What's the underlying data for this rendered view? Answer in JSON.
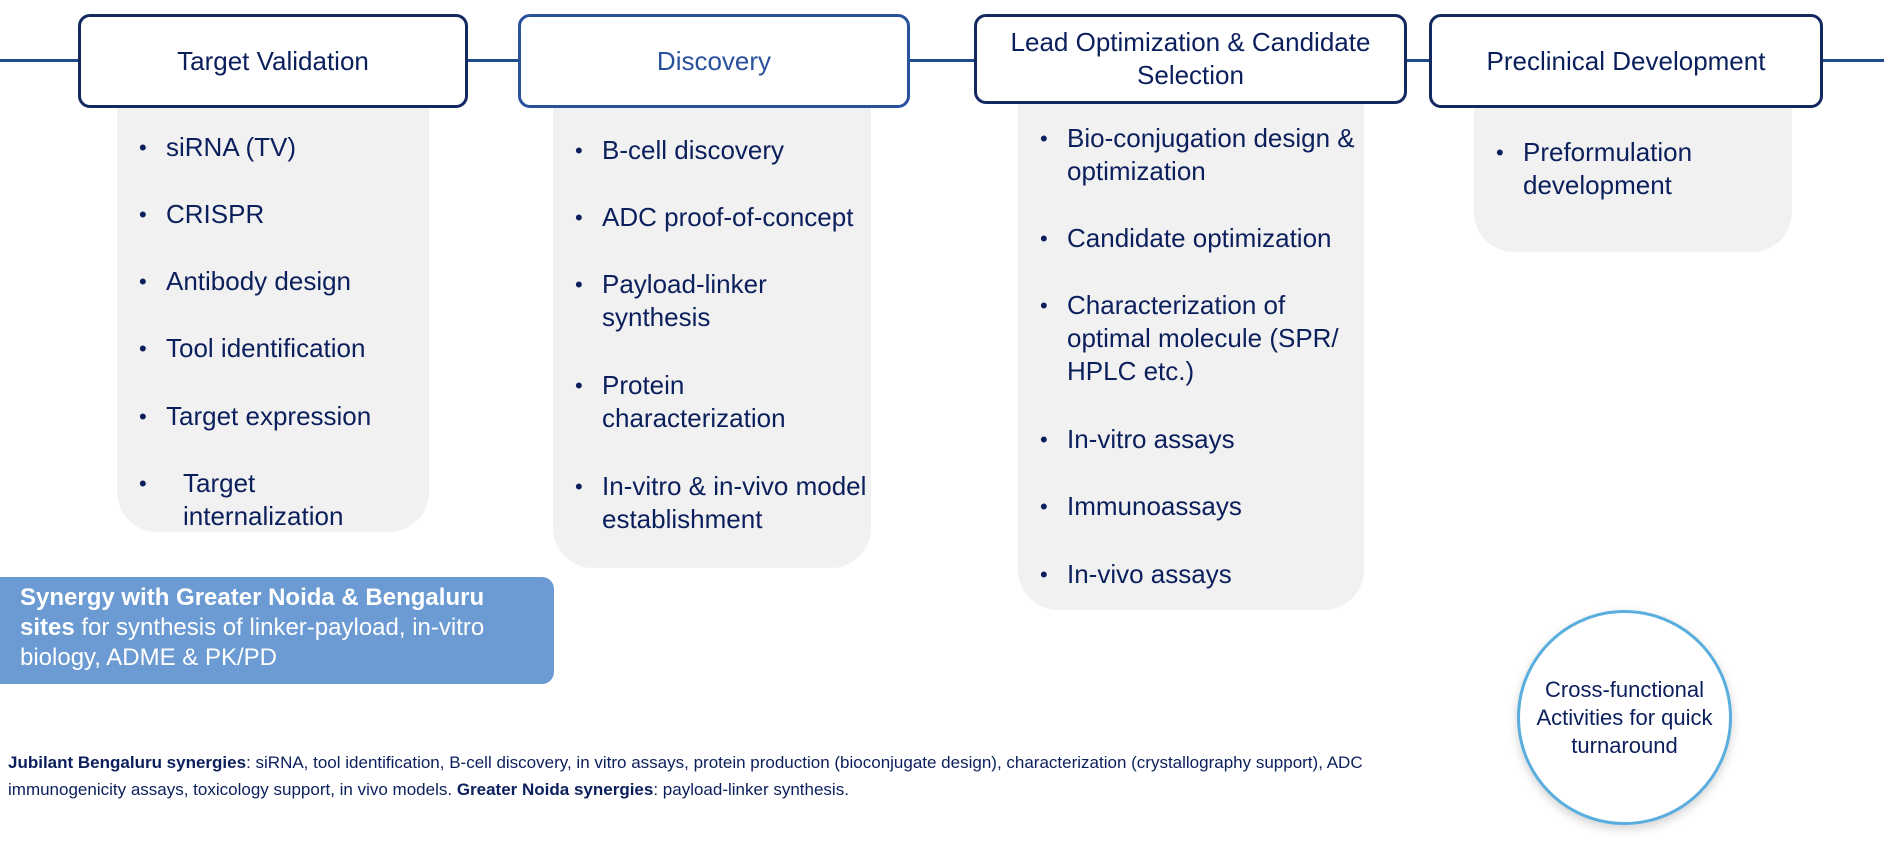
{
  "stages": [
    {
      "title": "Target Validation",
      "items": [
        "siRNA (TV)",
        "CRISPR",
        "Antibody design",
        "Tool identification",
        "Target expression",
        "Target internalization"
      ]
    },
    {
      "title": "Discovery",
      "items": [
        "B-cell discovery",
        "ADC proof-of-concept",
        "Payload-linker synthesis",
        "Protein characterization",
        "In-vitro & in-vivo model establishment"
      ]
    },
    {
      "title": "Lead Optimization & Candidate Selection",
      "items": [
        "Bio-conjugation design & optimization",
        "Candidate optimization",
        "Characterization of optimal molecule (SPR/ HPLC etc.)",
        "In-vitro assays",
        "Immunoassays",
        "In-vivo assays"
      ]
    },
    {
      "title": "Preclinical Development",
      "items": [
        "Preformulation development"
      ]
    }
  ],
  "bullet": "•",
  "synergy_box": {
    "bold_text": "Synergy with Greater Noida & Bengaluru sites",
    "text": " for synthesis of linker-payload, in-vitro biology, ADME & PK/PD"
  },
  "circle": {
    "text": "Cross-functional Activities for quick turnaround"
  },
  "footnote": {
    "bengaluru_label": "Jubilant Bengaluru synergies",
    "bengaluru_text": ": siRNA, tool identification, B-cell discovery, in vitro assays, protein production (bioconjugate design), characterization (crystallography support), ADC immunogenicity assays, toxicology support, in vivo models. ",
    "noida_label": "Greater Noida synergies",
    "noida_text": ": payload-linker synthesis."
  },
  "colors": {
    "navy": "#0b1f5c",
    "active_blue": "#2a519c",
    "panel_gray": "#f1f1f1",
    "synergy_blue": "#6b9bd2",
    "circle_border": "#5aaede"
  }
}
